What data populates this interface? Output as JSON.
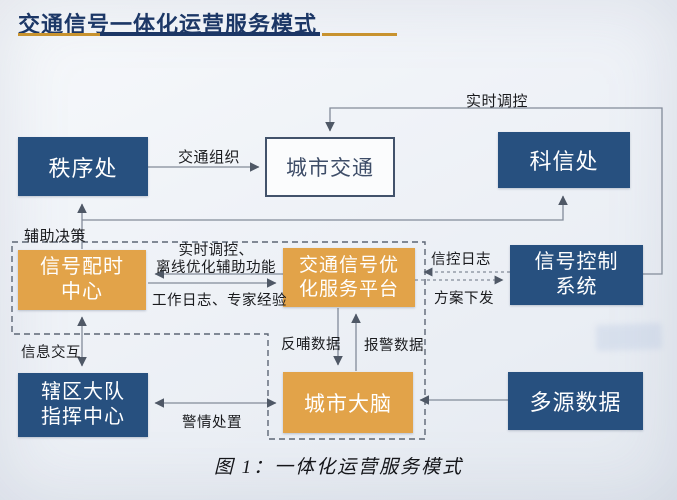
{
  "page": {
    "title": "交通信号一体化运营服务模式",
    "caption": "图 1：一体化运营服务模式"
  },
  "nodes": {
    "order_division": {
      "label": "秩序处"
    },
    "city_traffic": {
      "label": "城市交通"
    },
    "tech_info_division": {
      "label": "科信处"
    },
    "signal_timing_center": {
      "label": "信号配时中心"
    },
    "optimization_platform": {
      "label": "交通信号优化服务平台"
    },
    "signal_control_system": {
      "label": "信号控制系统"
    },
    "district_command_center": {
      "label": "辖区大队指挥中心"
    },
    "city_brain": {
      "label": "城市大脑"
    },
    "multi_source_data": {
      "label": "多源数据"
    }
  },
  "edge_labels": {
    "traffic_organization": "交通组织",
    "realtime_control_top": "实时调控",
    "assist_decision": "辅助决策",
    "realtime_offline_line1": "实时调控、",
    "realtime_offline_line2": "离线优化辅助功能",
    "work_log_expert": "工作日志、专家经验",
    "signal_control_log": "信控日志",
    "plan_dispatch": "方案下发",
    "feedback_data": "反哺数据",
    "alarm_data": "报警数据",
    "information_exchange": "信息交互",
    "alarm_handling": "警情处置"
  },
  "colors": {
    "navy_box": "#27507f",
    "orange_box": "#e2a349",
    "title_navy": "#1c3766",
    "underline_gold": "#c8932f",
    "wire_gray": "#828b99"
  }
}
